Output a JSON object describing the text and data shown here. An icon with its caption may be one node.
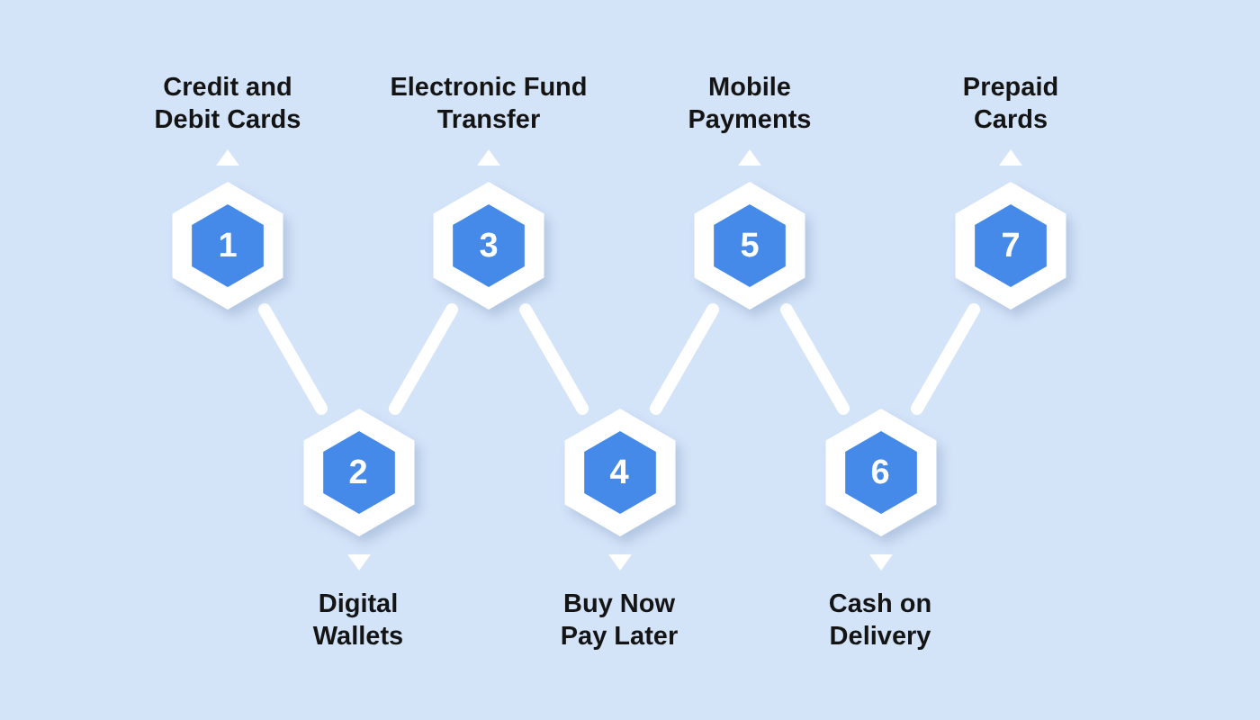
{
  "diagram": {
    "nodes": [
      {
        "text": [
          "1"
        ],
        "beside": [
          "Credit and Debit Cards"
        ]
      },
      {
        "text": [
          "2"
        ],
        "beside": [
          "Digital Wallets"
        ]
      },
      {
        "text": [
          "3"
        ],
        "beside": [
          "Electronic Fund Transfer"
        ]
      },
      {
        "text": [
          "4"
        ],
        "beside": [
          "Buy Now Pay Later"
        ]
      },
      {
        "text": [
          "5"
        ],
        "beside": [
          "Mobile Payments"
        ]
      },
      {
        "text": [
          "6"
        ],
        "beside": [
          "Cash on Delivery"
        ]
      },
      {
        "text": [
          "7"
        ],
        "beside": [
          "Prepaid Cards"
        ]
      }
    ],
    "edges": [
      {
        "from": 0,
        "to": 1,
        "arrow": "none"
      },
      {
        "from": 1,
        "to": 2,
        "arrow": "none"
      },
      {
        "from": 2,
        "to": 3,
        "arrow": "none"
      },
      {
        "from": 3,
        "to": 4,
        "arrow": "none"
      },
      {
        "from": 4,
        "to": 5,
        "arrow": "none"
      },
      {
        "from": 5,
        "to": 6,
        "arrow": "none"
      }
    ]
  }
}
